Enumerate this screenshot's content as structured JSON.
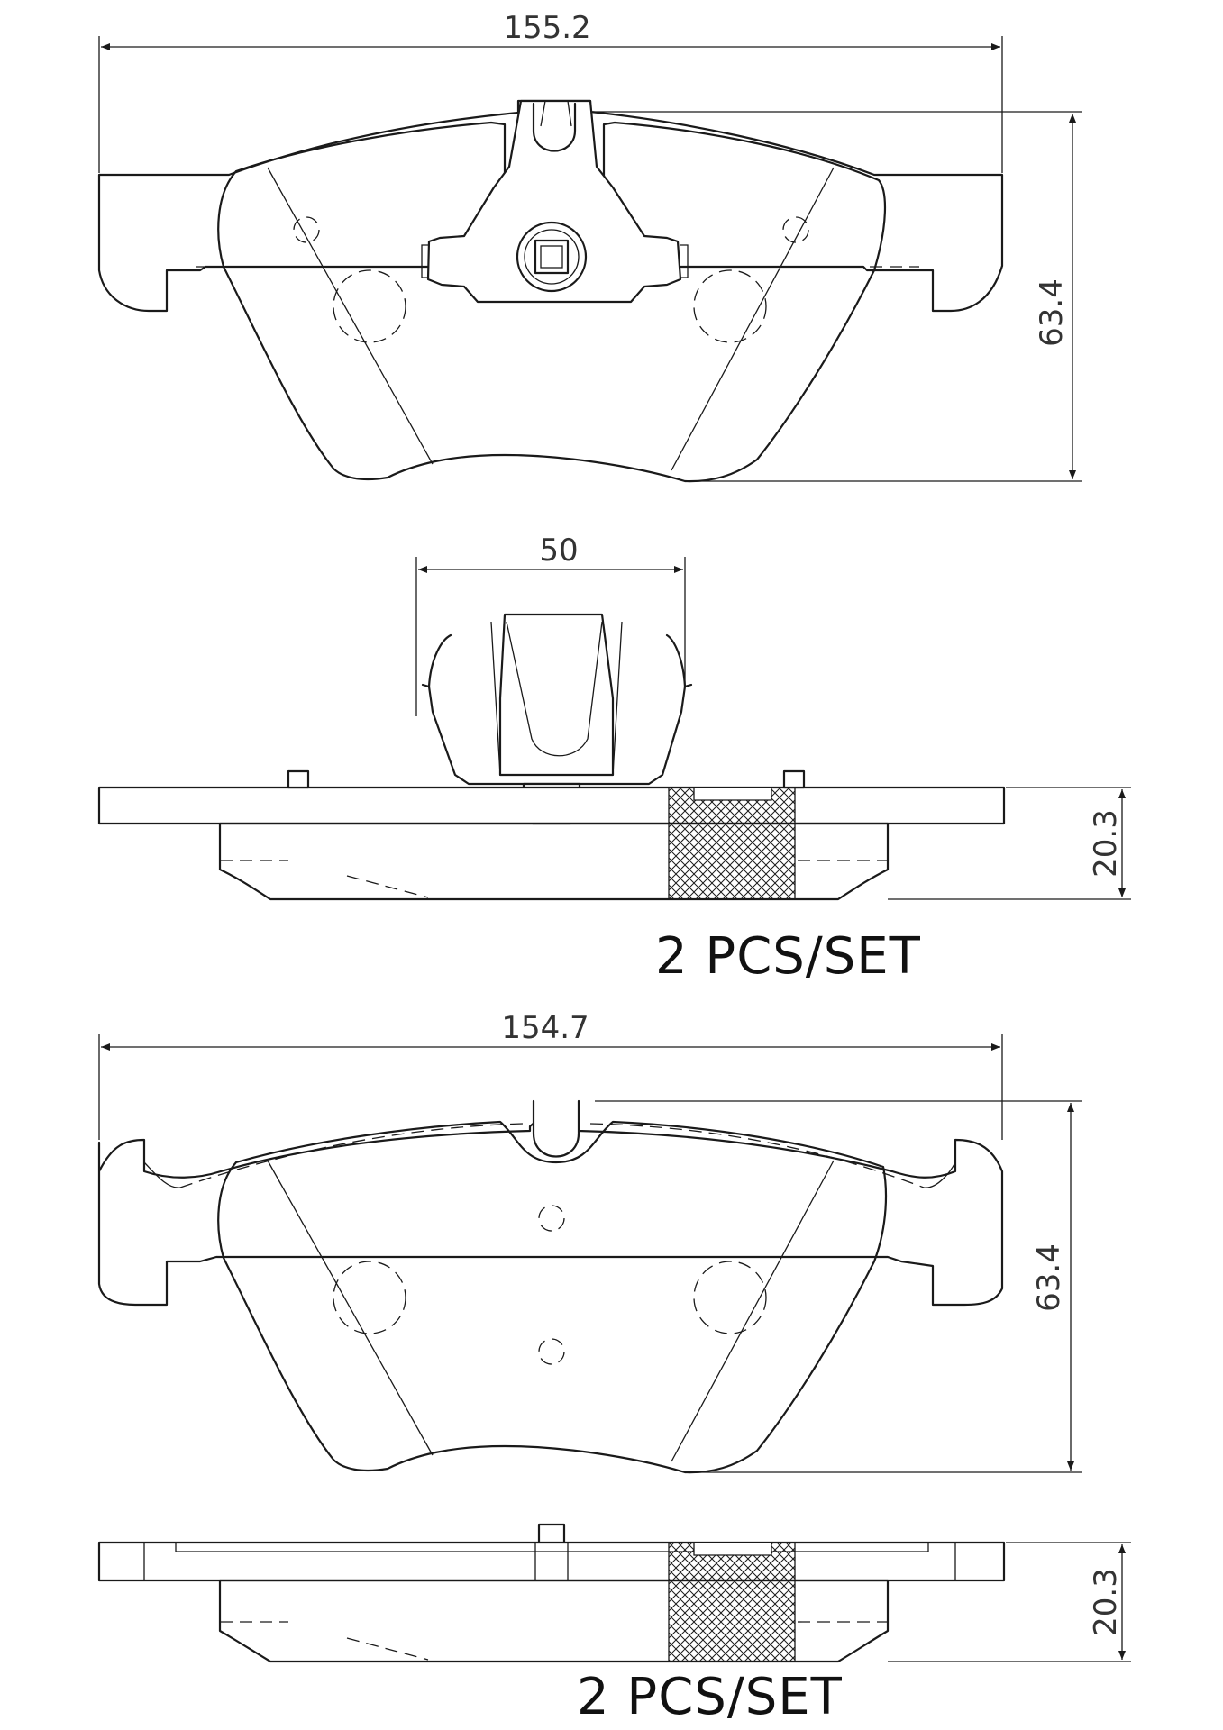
{
  "drawing": {
    "top_pad": {
      "width_dim": "155.2",
      "height_dim": "63.4",
      "clip_width_dim": "50",
      "thickness_dim": "20.3",
      "qty_label": "2  PCS/SET"
    },
    "bottom_pad": {
      "width_dim": "154.7",
      "height_dim": "63.4",
      "thickness_dim": "20.3",
      "qty_label": "2  PCS/SET"
    }
  },
  "colors": {
    "line": "#1a1a1a",
    "dim_text": "#333333",
    "background": "#ffffff"
  }
}
